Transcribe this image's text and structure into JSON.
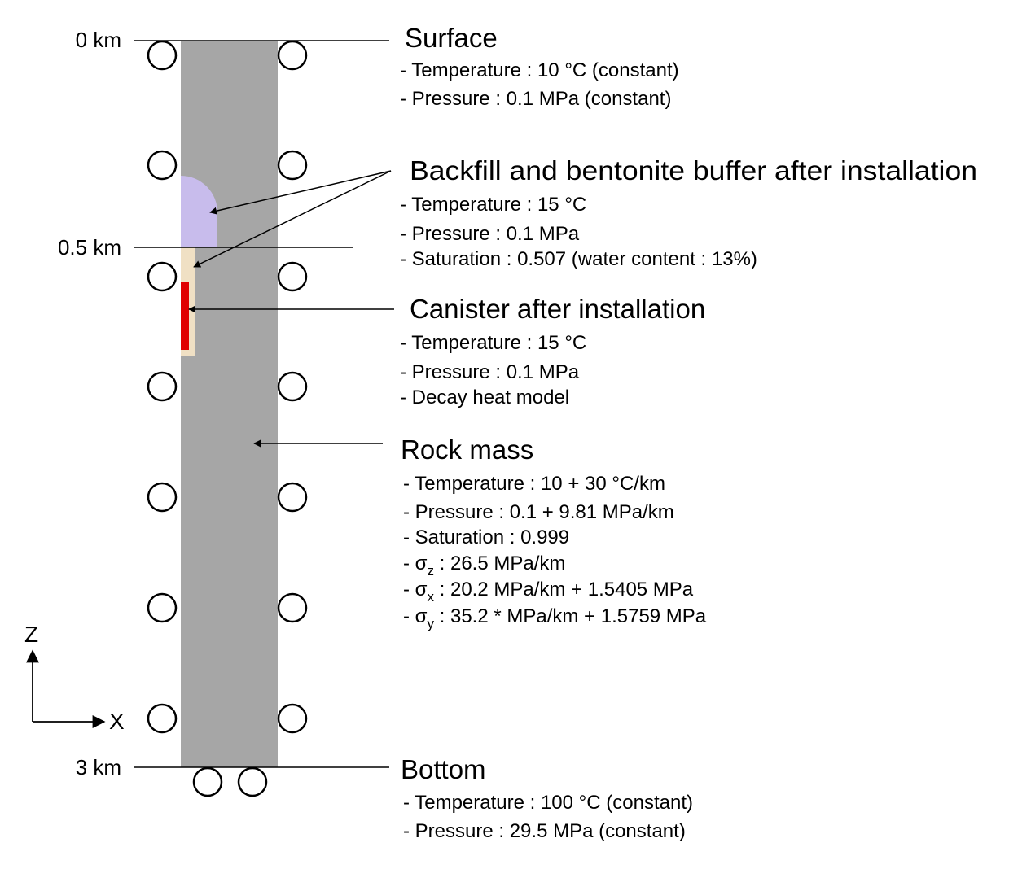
{
  "colors": {
    "rock": "#a6a6a6",
    "backfill_top": "#c8bcec",
    "buffer": "#f0e0c4",
    "canister": "#e00000",
    "line": "#000000"
  },
  "depth_labels": [
    "0 km",
    "0.5 km",
    "3 km"
  ],
  "axes": {
    "z": "Z",
    "x": "X"
  },
  "sections": {
    "surface": {
      "title": "Surface",
      "items": [
        "- Temperature : 10 °C (constant)",
        "- Pressure : 0.1 MPa (constant)"
      ]
    },
    "backfill": {
      "title": "Backfill and bentonite buffer after installation",
      "items": [
        "- Temperature : 15 °C",
        "- Pressure : 0.1 MPa",
        "- Saturation : 0.507 (water content : 13%)"
      ]
    },
    "canister": {
      "title": "Canister after installation",
      "items": [
        "- Temperature : 15 °C",
        "- Pressure : 0.1 MPa",
        "- Decay heat model"
      ]
    },
    "rock": {
      "title": "Rock mass",
      "items": [
        "- Temperature : 10 + 30 °C/km",
        "- Pressure : 0.1 + 9.81 MPa/km",
        "- Saturation : 0.999"
      ],
      "stresses": [
        {
          "prefix": "- σ",
          "sub": "z",
          "text": " : 26.5 MPa/km"
        },
        {
          "prefix": "- σ",
          "sub": "x",
          "text": " : 20.2 MPa/km + 1.5405 MPa"
        },
        {
          "prefix": "- σ",
          "sub": "y",
          "text": " : 35.2 * MPa/km + 1.5759 MPa"
        }
      ]
    },
    "bottom": {
      "title": "Bottom",
      "items": [
        "- Temperature : 100 °C (constant)",
        "- Pressure : 29.5 MPa (constant)"
      ]
    }
  }
}
